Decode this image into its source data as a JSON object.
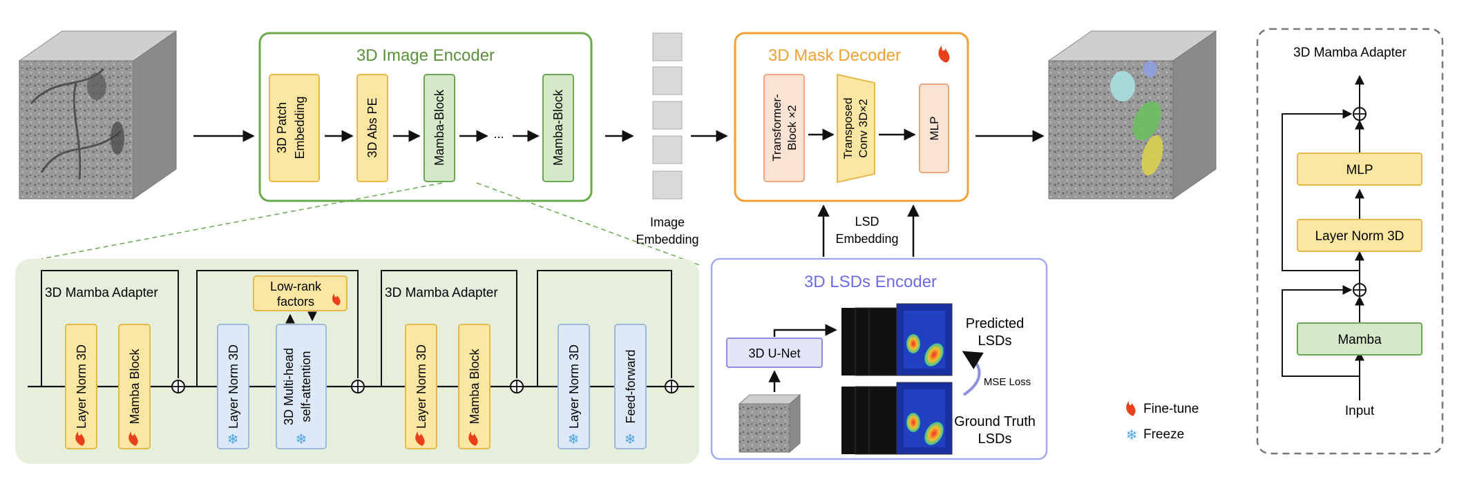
{
  "encoder": {
    "title": "3D Image Encoder",
    "blocks": [
      "3D Patch Embedding",
      "3D Abs PE",
      "Mamba-Block",
      "Mamba-Block"
    ],
    "ellipsis": "..."
  },
  "embedding": {
    "label_line1": "Image",
    "label_line2": "Embedding"
  },
  "decoder": {
    "title": "3D Mask Decoder",
    "block1_line1": "Transformer-",
    "block1_line2": "Block ×2",
    "block2_line1": "Transposed",
    "block2_line2": "Conv 3D×2",
    "block3": "MLP"
  },
  "lsd_embedding": {
    "line1": "LSD",
    "line2": "Embedding"
  },
  "lsds_encoder": {
    "title": "3D LSDs Encoder",
    "unet": "3D U-Net",
    "predicted_line1": "Predicted",
    "predicted_line2": "LSDs",
    "gt_line1": "Ground Truth",
    "gt_line2": "LSDs",
    "loss": "MSE Loss"
  },
  "bottom": {
    "adapter_label_1": "3D Mamba Adapter",
    "adapter_label_2": "3D Mamba Adapter",
    "layer_norm": "Layer Norm 3D",
    "mamba_block": "Mamba Block",
    "attention_line1": "3D Multi-head",
    "attention_line2": "self-attention",
    "lowrank_line1": "Low-rank",
    "lowrank_line2": "factors",
    "feed_forward": "Feed-forward"
  },
  "legend": {
    "finetune": "Fine-tune",
    "freeze": "Freeze"
  },
  "adapter_panel": {
    "title": "3D Mamba Adapter",
    "mlp": "MLP",
    "layer_norm": "Layer Norm 3D",
    "mamba": "Mamba",
    "input": "Input"
  },
  "colors": {
    "encoder_border": "#6aa84f",
    "encoder_title": "#5a8f3c",
    "decoder_border": "#f0a030",
    "decoder_title": "#f0a030",
    "lsds_border": "#a9a9f0",
    "lsds_title": "#6b6be6",
    "yellow_fill": "#fbe7a1",
    "yellow_stroke": "#e8b84a",
    "green_fill": "#d5e8c8",
    "green_stroke": "#6aa84f",
    "blue_fill": "#dde9f7",
    "blue_stroke": "#9fb8dc",
    "peach_fill": "#fbe3d4",
    "peach_stroke": "#e8a87c",
    "bottom_panel": "#e6efdc",
    "flame": "#e8401a",
    "snow": "#4aa6e0"
  }
}
